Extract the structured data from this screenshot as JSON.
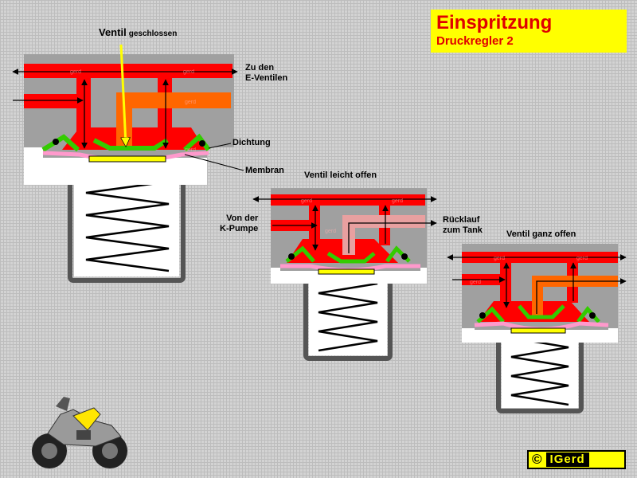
{
  "header": {
    "title": "Einspritzung",
    "subtitle": "Druckregler 2"
  },
  "labels": {
    "ventil_bold": "Ventil",
    "ventil_state": "geschlossen",
    "zu_den_line1": "Zu den",
    "zu_den_line2": "E-Ventilen",
    "dichtung": "Dichtung",
    "membran": "Membran",
    "ventil_leicht": "Ventil leicht offen",
    "von_der_line1": "Von der",
    "von_der_line2": "K-Pumpe",
    "ruecklauf_line1": "Rücklauf",
    "ruecklauf_line2": "zum Tank",
    "ventil_ganz": "Ventil ganz offen"
  },
  "watermark": "gerd",
  "copyright": {
    "symbol": "©",
    "name": "IGerd"
  },
  "colors": {
    "fuel_flow": "#ff0000",
    "return_flow": "#ff6600",
    "highlight_arrow": "#ffff00",
    "seal": "#33cc00",
    "membrane": "#ff99cc",
    "housing": "#a0a0a0",
    "title_background": "#ffff00",
    "title_text": "#e00000"
  },
  "icons": {
    "motorcycle": "motorcycle-illustration"
  }
}
